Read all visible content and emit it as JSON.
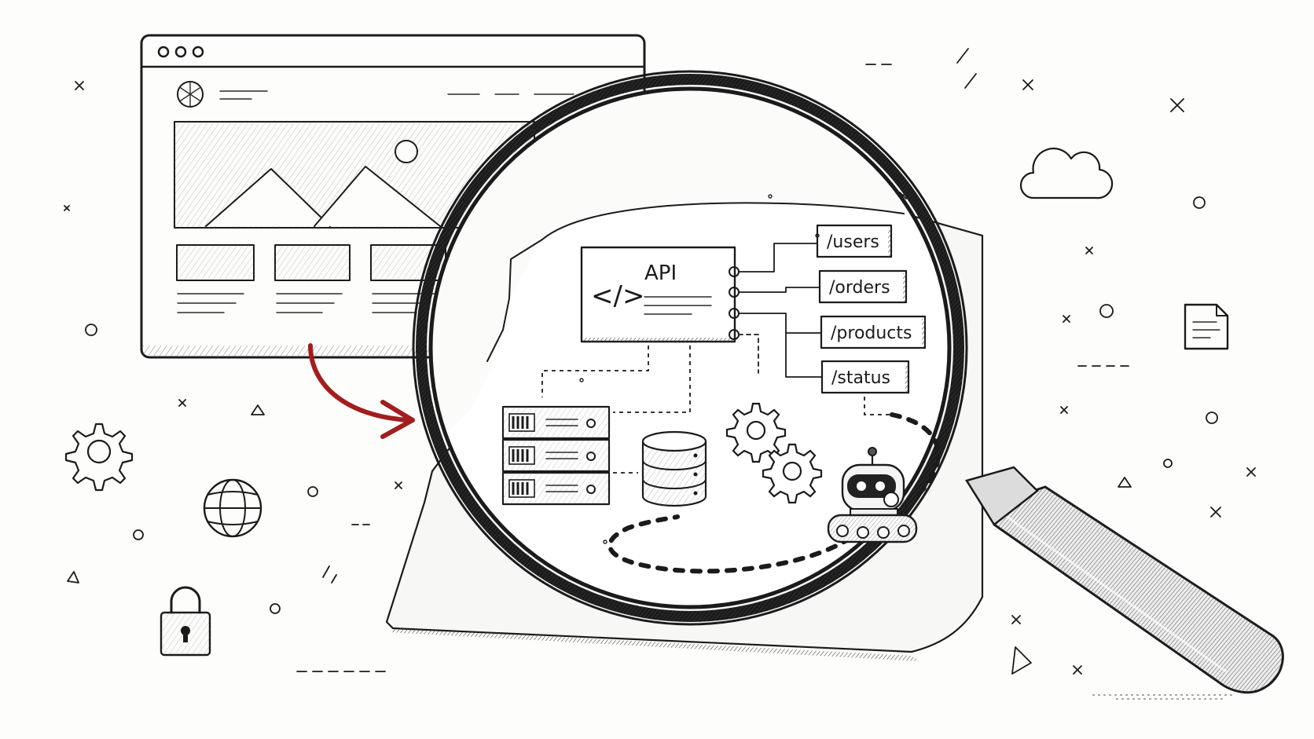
{
  "api_box": {
    "label": "API",
    "code_symbol": "</>"
  },
  "endpoints": [
    {
      "label": "/users"
    },
    {
      "label": "/orders"
    },
    {
      "label": "/products"
    },
    {
      "label": "/status"
    }
  ],
  "colors": {
    "ink": "#1b1b1b",
    "arrow": "#a31d1d",
    "paper": "#fdfdfc"
  },
  "icons": [
    "browser-window",
    "magnifying-glass",
    "server-rack",
    "database",
    "gear",
    "robot",
    "globe",
    "padlock",
    "cloud",
    "document"
  ]
}
